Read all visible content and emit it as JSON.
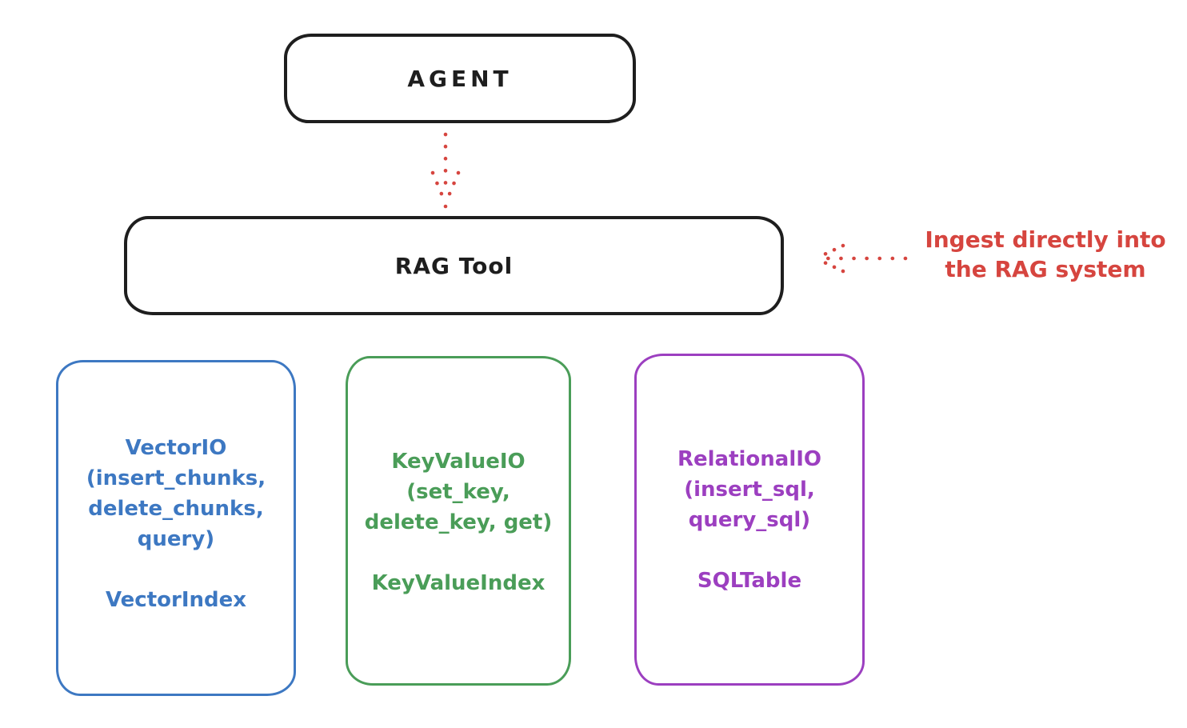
{
  "diagram": {
    "agent": {
      "label": "AGENT"
    },
    "rag_tool": {
      "label": "RAG Tool"
    },
    "annotation": {
      "line1": "Ingest directly into",
      "line2": "the RAG system"
    },
    "modules": [
      {
        "name": "vector-io",
        "title": "VectorIO",
        "params": [
          "(insert_chunks,",
          "delete_chunks,",
          "query)"
        ],
        "index": "VectorIndex",
        "color": "#3d78c2"
      },
      {
        "name": "key-value-io",
        "title": "KeyValueIO",
        "params": [
          "(set_key,",
          "delete_key, get)"
        ],
        "index": "KeyValueIndex",
        "color": "#4a9d58"
      },
      {
        "name": "relational-io",
        "title": "RelationalIO",
        "params": [
          "(insert_sql,",
          "query_sql)"
        ],
        "index": "SQLTable",
        "color": "#9c3fc0"
      }
    ],
    "colors": {
      "ink": "#1e1e1e",
      "accent_red": "#d6453f",
      "background": "#ffffff"
    }
  }
}
